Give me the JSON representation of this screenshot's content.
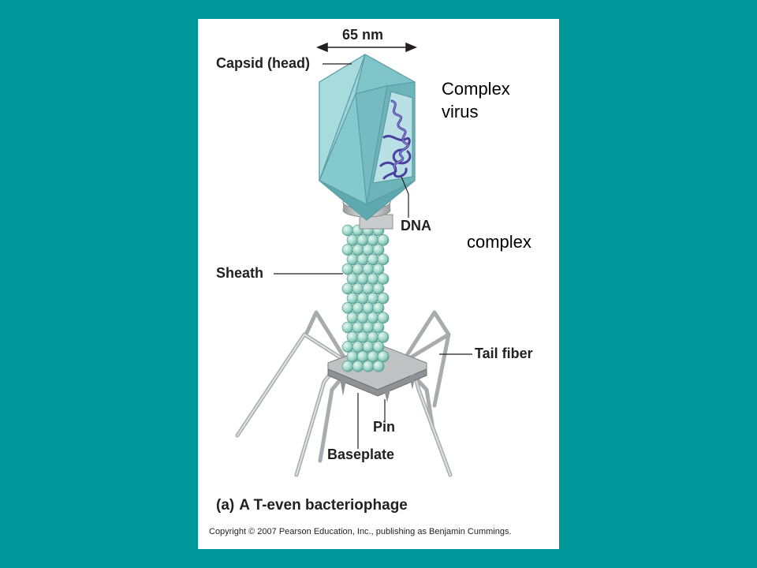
{
  "labels": {
    "scale": "65 nm",
    "capsid": "Capsid (head)",
    "dna": "DNA",
    "sheath": "Sheath",
    "tail_fiber": "Tail fiber",
    "pin": "Pin",
    "baseplate": "Baseplate"
  },
  "caption": {
    "part": "(a)",
    "title": "A T-even bacteriophage"
  },
  "copyright": "Copyright © 2007 Pearson Education, Inc., publishing as Benjamin Cummings.",
  "notes": {
    "line1": "Complex",
    "line2": "virus",
    "complex": "complex"
  },
  "colors": {
    "background": "#00979a",
    "capsid": "#8fd0d4",
    "sheath_bead": "#9dd6c8",
    "dna": "#4b3fa0",
    "fiber": "#b9bcbe"
  }
}
